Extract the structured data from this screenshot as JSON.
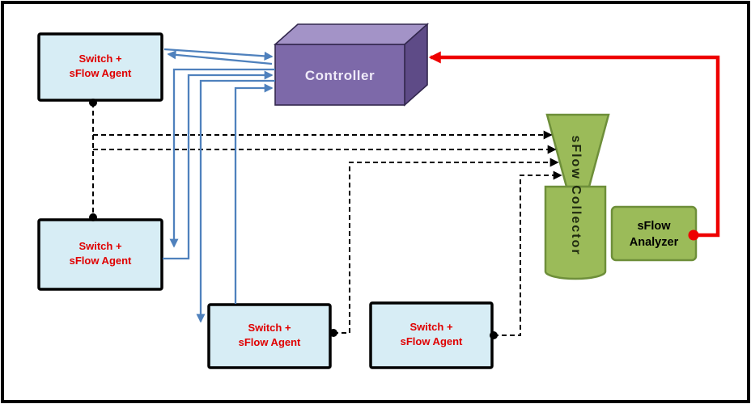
{
  "palette": {
    "background": "#ffffff",
    "frame": "#000000",
    "switch_fill": "#d7edf5",
    "switch_text": "#e00000",
    "controller_front": "#7d69a9",
    "controller_top": "#a393c7",
    "controller_side": "#5e4b87",
    "controller_text": "#efeaf8",
    "green_fill": "#9bbb59",
    "green_stroke": "#6e8f3a",
    "collector_text": "#1f2a10",
    "analyzer_text": "#000000",
    "control_link": "#4f81bd",
    "sflow_link": "#000000",
    "feedback_link": "#ee0000"
  },
  "nodes": {
    "controller": {
      "label": "Controller"
    },
    "switches": [
      {
        "line1": "Switch +",
        "line2": "sFlow Agent"
      },
      {
        "line1": "Switch +",
        "line2": "sFlow Agent"
      },
      {
        "line1": "Switch +",
        "line2": "sFlow Agent"
      },
      {
        "line1": "Switch +",
        "line2": "sFlow Agent"
      }
    ],
    "collector": {
      "label": "sFlow Collector"
    },
    "analyzer": {
      "line1": "sFlow",
      "line2": "Analyzer"
    }
  }
}
